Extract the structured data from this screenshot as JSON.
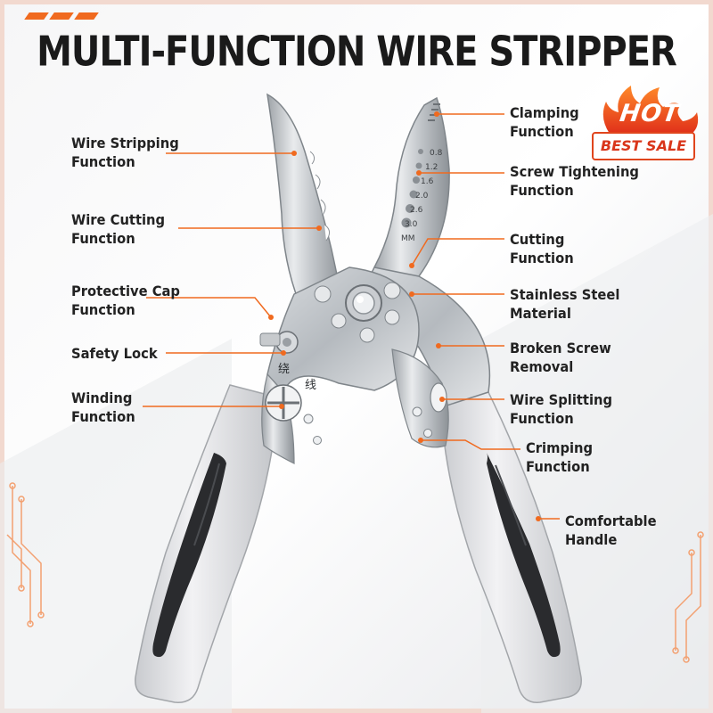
{
  "title": "MULTI-FUNCTION WIRE STRIPPER",
  "badge": {
    "hot": "HOT",
    "best_sale": "BEST SALE"
  },
  "accent_color": "#f06a1f",
  "scale_marks": [
    "0.8",
    "1.2",
    "1.6",
    "2.0",
    "2.6",
    "3.0",
    "MM"
  ],
  "handle_marks": [
    "绕",
    "线"
  ],
  "labels_left": [
    {
      "line1": "Wire Stripping",
      "line2": "Function"
    },
    {
      "line1": "Wire Cutting",
      "line2": "Function"
    },
    {
      "line1": "Protective Cap",
      "line2": "Function"
    },
    {
      "line1": "Safety Lock",
      "line2": ""
    },
    {
      "line1": "Winding",
      "line2": "Function"
    }
  ],
  "labels_right": [
    {
      "line1": "Clamping",
      "line2": "Function"
    },
    {
      "line1": "Screw Tightening",
      "line2": "Function"
    },
    {
      "line1": "Cutting",
      "line2": "Function"
    },
    {
      "line1": "Stainless Steel",
      "line2": "Material"
    },
    {
      "line1": "Broken Screw",
      "line2": "Removal"
    },
    {
      "line1": "Wire Splitting",
      "line2": "Function"
    },
    {
      "line1": "Crimping",
      "line2": "Function"
    },
    {
      "line1": "Comfortable",
      "line2": "Handle"
    }
  ]
}
